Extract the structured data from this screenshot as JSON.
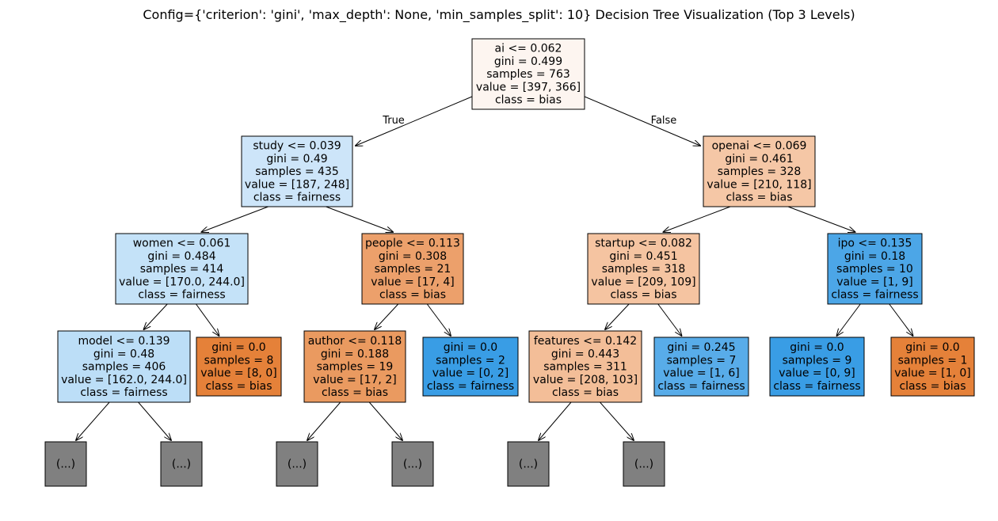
{
  "title": "Config={'criterion': 'gini', 'max_depth': None, 'min_samples_split': 10} Decision Tree Visualization (Top 3 Levels)",
  "edge_labels": {
    "left": "True",
    "right": "False"
  },
  "colors": {
    "bias_light": "#fdf5f0",
    "fairness_light": "#cde5f9",
    "bias_mid": "#f5c7a6",
    "fairness_mid2": "#c4e2f8",
    "bias_strong": "#eca06b",
    "bias_mid2": "#f5c4a1",
    "fairness_strong": "#4ca6e7",
    "fairness_lightest": "#bcdef7",
    "bias_pure": "#e58139",
    "bias_88": "#ea9a60",
    "fairness_pure": "#399de5",
    "bias_soft": "#f3be98",
    "fairness_86": "#58ace9",
    "truncated": "#808080"
  },
  "nodes": [
    {
      "id": "n0",
      "lines": [
        "ai <= 0.062",
        "gini = 0.499",
        "samples = 763",
        "value = [397, 366]",
        "class = bias"
      ],
      "color": "#fdf5f0"
    },
    {
      "id": "n1",
      "lines": [
        "study <= 0.039",
        "gini = 0.49",
        "samples = 435",
        "value = [187, 248]",
        "class = fairness"
      ],
      "color": "#cde5f9"
    },
    {
      "id": "n2",
      "lines": [
        "openai <= 0.069",
        "gini = 0.461",
        "samples = 328",
        "value = [210, 118]",
        "class = bias"
      ],
      "color": "#f5c7a6"
    },
    {
      "id": "n3",
      "lines": [
        "women <= 0.061",
        "gini = 0.484",
        "samples = 414",
        "value = [170.0, 244.0]",
        "class = fairness"
      ],
      "color": "#c4e2f8"
    },
    {
      "id": "n4",
      "lines": [
        "people <= 0.113",
        "gini = 0.308",
        "samples = 21",
        "value = [17, 4]",
        "class = bias"
      ],
      "color": "#eca06b"
    },
    {
      "id": "n5",
      "lines": [
        "startup <= 0.082",
        "gini = 0.451",
        "samples = 318",
        "value = [209, 109]",
        "class = bias"
      ],
      "color": "#f5c4a1"
    },
    {
      "id": "n6",
      "lines": [
        "ipo <= 0.135",
        "gini = 0.18",
        "samples = 10",
        "value = [1, 9]",
        "class = fairness"
      ],
      "color": "#4ca6e7"
    },
    {
      "id": "n7",
      "lines": [
        "model <= 0.139",
        "gini = 0.48",
        "samples = 406",
        "value = [162.0, 244.0]",
        "class = fairness"
      ],
      "color": "#bcdef7"
    },
    {
      "id": "n8",
      "lines": [
        "gini = 0.0",
        "samples = 8",
        "value = [8, 0]",
        "class = bias"
      ],
      "color": "#e58139"
    },
    {
      "id": "n9",
      "lines": [
        "author <= 0.118",
        "gini = 0.188",
        "samples = 19",
        "value = [17, 2]",
        "class = bias"
      ],
      "color": "#ea9a60"
    },
    {
      "id": "n10",
      "lines": [
        "gini = 0.0",
        "samples = 2",
        "value = [0, 2]",
        "class = fairness"
      ],
      "color": "#399de5"
    },
    {
      "id": "n11",
      "lines": [
        "features <= 0.142",
        "gini = 0.443",
        "samples = 311",
        "value = [208, 103]",
        "class = bias"
      ],
      "color": "#f3be98"
    },
    {
      "id": "n12",
      "lines": [
        "gini = 0.245",
        "samples = 7",
        "value = [1, 6]",
        "class = fairness"
      ],
      "color": "#58ace9"
    },
    {
      "id": "n13",
      "lines": [
        "gini = 0.0",
        "samples = 9",
        "value = [0, 9]",
        "class = fairness"
      ],
      "color": "#399de5"
    },
    {
      "id": "n14",
      "lines": [
        "gini = 0.0",
        "samples = 1",
        "value = [1, 0]",
        "class = bias"
      ],
      "color": "#e58139"
    },
    {
      "id": "t1",
      "lines": [
        "(...)"
      ],
      "color": "#808080"
    },
    {
      "id": "t2",
      "lines": [
        "(...)"
      ],
      "color": "#808080"
    },
    {
      "id": "t3",
      "lines": [
        "(...)"
      ],
      "color": "#808080"
    },
    {
      "id": "t4",
      "lines": [
        "(...)"
      ],
      "color": "#808080"
    },
    {
      "id": "t5",
      "lines": [
        "(...)"
      ],
      "color": "#808080"
    },
    {
      "id": "t6",
      "lines": [
        "(...)"
      ],
      "color": "#808080"
    }
  ],
  "edges": [
    [
      "n0",
      "n1"
    ],
    [
      "n0",
      "n2"
    ],
    [
      "n1",
      "n3"
    ],
    [
      "n1",
      "n4"
    ],
    [
      "n2",
      "n5"
    ],
    [
      "n2",
      "n6"
    ],
    [
      "n3",
      "n7"
    ],
    [
      "n3",
      "n8"
    ],
    [
      "n4",
      "n9"
    ],
    [
      "n4",
      "n10"
    ],
    [
      "n5",
      "n11"
    ],
    [
      "n5",
      "n12"
    ],
    [
      "n6",
      "n13"
    ],
    [
      "n6",
      "n14"
    ],
    [
      "n7",
      "t1"
    ],
    [
      "n7",
      "t2"
    ],
    [
      "n9",
      "t3"
    ],
    [
      "n9",
      "t4"
    ],
    [
      "n11",
      "t5"
    ],
    [
      "n11",
      "t6"
    ]
  ]
}
